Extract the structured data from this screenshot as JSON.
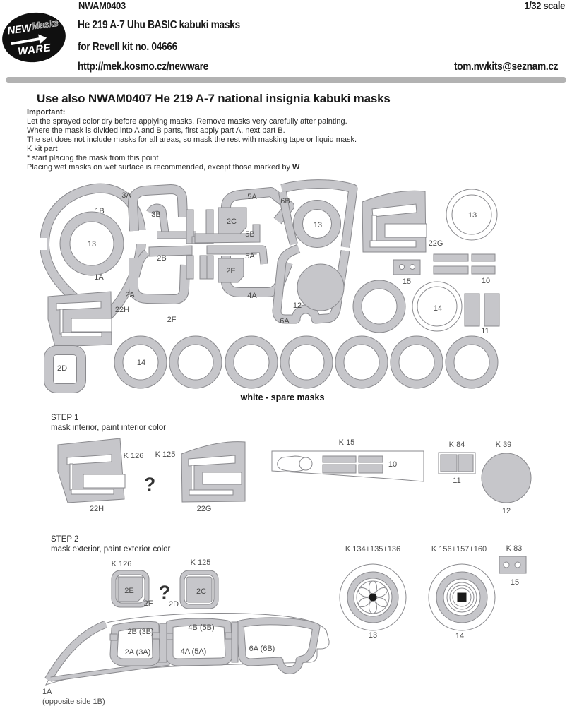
{
  "header": {
    "code": "NWAM0403",
    "scale": "1/32 scale",
    "subject": "He 219 A-7 Uhu BASIC kabuki masks",
    "kit": "for Revell kit no. 04666",
    "url": "http://mek.kosmo.cz/newware",
    "email": "tom.nwkits@seznam.cz",
    "logo": {
      "new": "NEW",
      "masks": "Masks",
      "ware": "WARE"
    }
  },
  "notice": "Use also  NWAM0407 He 219 A-7 national insignia kabuki masks",
  "important": {
    "heading": "Important:",
    "lines": [
      "Let the sprayed color dry before applying masks. Remove masks very carefully after painting.",
      "Where the mask is divided into A and B parts, first apply part A, next part B.",
      "The set does not include masks for all areas, so mask the rest with masking tape or liquid mask.",
      "K kit part",
      "*  start placing the mask from this point"
    ],
    "wet_prefix": "Placing wet masks on wet surface is recommended, except those marked by ",
    "wet_marker": "W"
  },
  "sheet": {
    "caption": "white - spare masks",
    "labels": [
      "3A",
      "1B",
      "3B",
      "5A",
      "6B",
      "2C",
      "5B",
      "13",
      "2B",
      "5A",
      "2E",
      "1A",
      "2A",
      "4A",
      "13",
      "22G",
      "13",
      "22H",
      "2F",
      "12",
      "15",
      "10",
      "6A",
      "14",
      "11",
      "2D",
      "14"
    ]
  },
  "step1": {
    "title": "STEP 1",
    "subtitle": "mask interior, paint interior color",
    "labels": [
      "K 126",
      "K 125",
      "?",
      "22H",
      "22G",
      "K 15",
      "10",
      "K 84",
      "11",
      "K 39",
      "12"
    ]
  },
  "step2": {
    "title": "STEP 2",
    "subtitle": "mask exterior, paint exterior color",
    "labels": [
      "K 126",
      "K 125",
      "?",
      "2E",
      "2F",
      "2D",
      "2C",
      "K 134+135+136",
      "K 156+157+160",
      "K 83",
      "13",
      "14",
      "15",
      "2B (3B)",
      "4B (5B)",
      "2A (3A)",
      "4A (5A)",
      "6A (6B)",
      "1A",
      "(opposite side 1B)"
    ]
  },
  "colors": {
    "mask_fill": "#c6c6ca",
    "mask_outline": "#8a8a8e",
    "divider_bar": "#b2b2b2",
    "logo_bg": "#101010"
  }
}
